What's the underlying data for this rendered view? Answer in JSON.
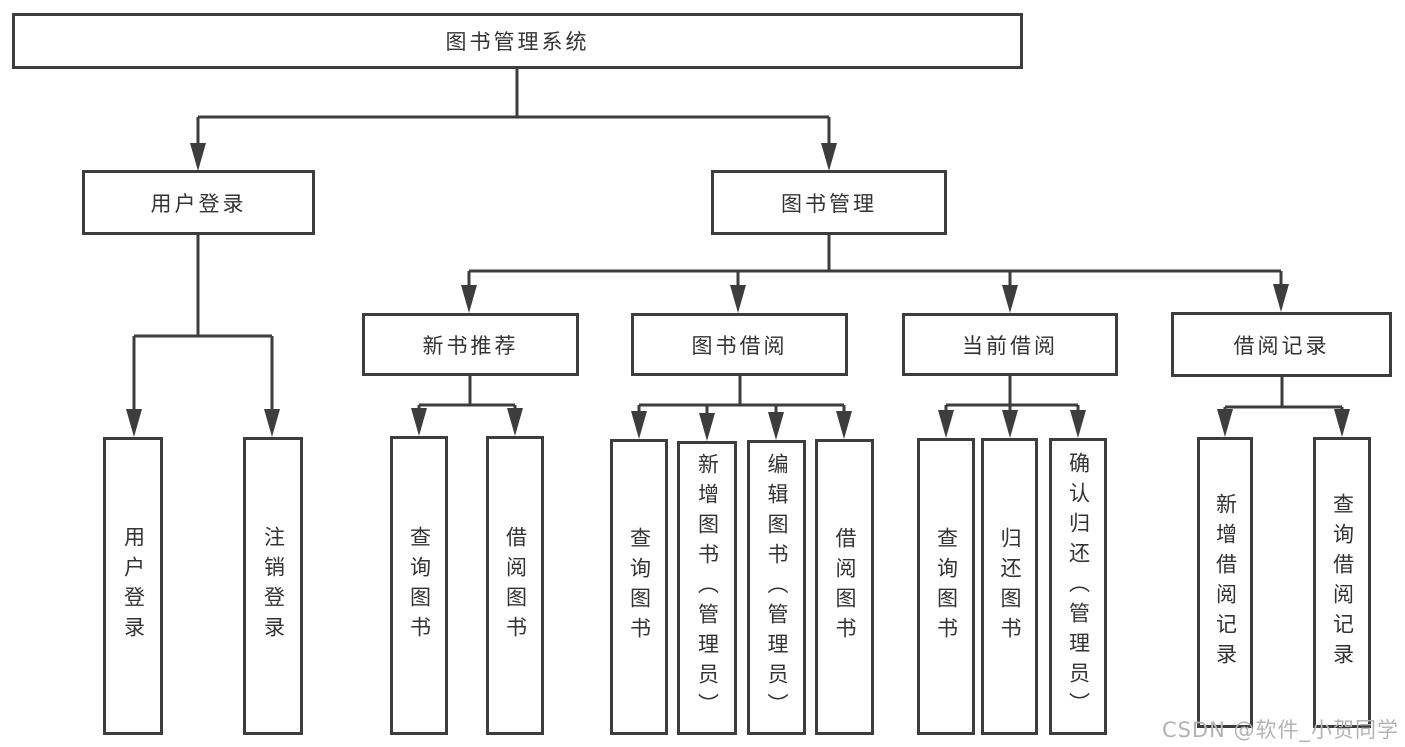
{
  "title": "图书管理系统",
  "watermark": "CSDN @软件_小贺同学",
  "colors": {
    "line": "#3d3d3d",
    "text": "#333333",
    "box_background": "#ffffff",
    "watermark": "#b3b3b3",
    "page_background": "#ffffff"
  },
  "tree": {
    "label": "图书管理系统",
    "children": [
      {
        "label": "用户登录",
        "children": [
          {
            "label": "用户登录"
          },
          {
            "label": "注销登录"
          }
        ]
      },
      {
        "label": "图书管理",
        "children": [
          {
            "label": "新书推荐",
            "children": [
              {
                "label": "查询图书"
              },
              {
                "label": "借阅图书"
              }
            ]
          },
          {
            "label": "图书借阅",
            "children": [
              {
                "label": "查询图书"
              },
              {
                "label": "新增图书（管理员）"
              },
              {
                "label": "编辑图书（管理员）"
              },
              {
                "label": "借阅图书"
              }
            ]
          },
          {
            "label": "当前借阅",
            "children": [
              {
                "label": "查询图书"
              },
              {
                "label": "归还图书"
              },
              {
                "label": "确认归还（管理员）"
              }
            ]
          },
          {
            "label": "借阅记录",
            "children": [
              {
                "label": "新增借阅记录"
              },
              {
                "label": "查询借阅记录"
              }
            ]
          }
        ]
      }
    ]
  }
}
